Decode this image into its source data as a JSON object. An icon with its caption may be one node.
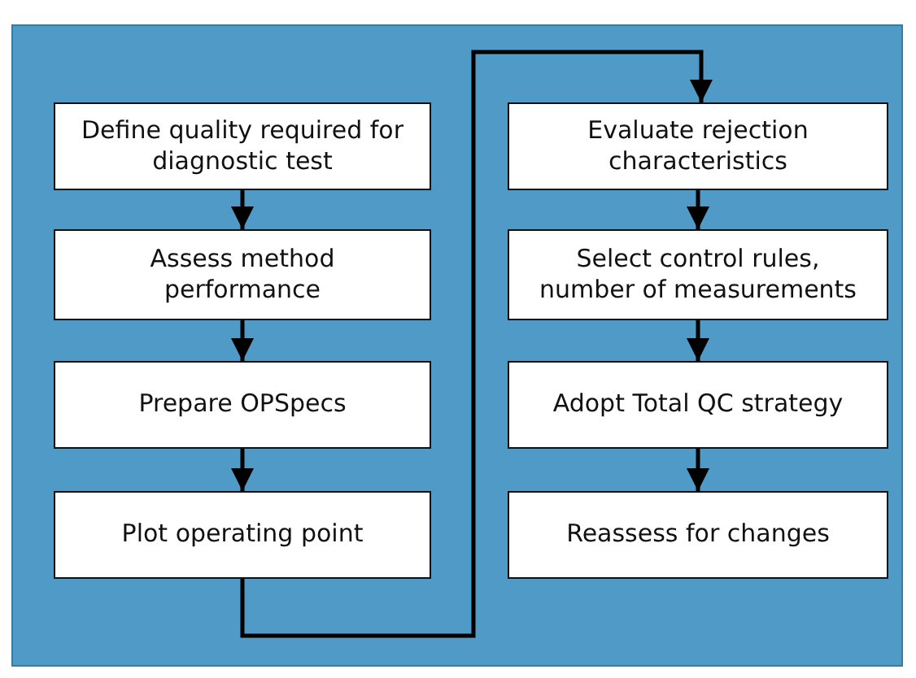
{
  "diagram": {
    "nodes": [
      {
        "text": [
          "Define quality required for diagnostic test"
        ]
      },
      {
        "text": [
          "Assess method performance"
        ]
      },
      {
        "text": [
          "Prepare OPSpecs"
        ]
      },
      {
        "text": [
          "Plot operating point"
        ]
      },
      {
        "text": [
          "Evaluate rejection characteristics"
        ]
      },
      {
        "text": [
          "Select control rules, number of measurements"
        ]
      },
      {
        "text": [
          "Adopt Total QC strategy"
        ]
      },
      {
        "text": [
          "Reassess for changes"
        ]
      }
    ],
    "edges": [
      {
        "from": 0,
        "to": 1,
        "arrow": "to"
      },
      {
        "from": 1,
        "to": 2,
        "arrow": "to"
      },
      {
        "from": 2,
        "to": 3,
        "arrow": "to"
      },
      {
        "from": 3,
        "to": 4,
        "arrow": "to"
      },
      {
        "from": 4,
        "to": 5,
        "arrow": "to"
      },
      {
        "from": 5,
        "to": 6,
        "arrow": "to"
      },
      {
        "from": 6,
        "to": 7,
        "arrow": "to"
      }
    ]
  }
}
